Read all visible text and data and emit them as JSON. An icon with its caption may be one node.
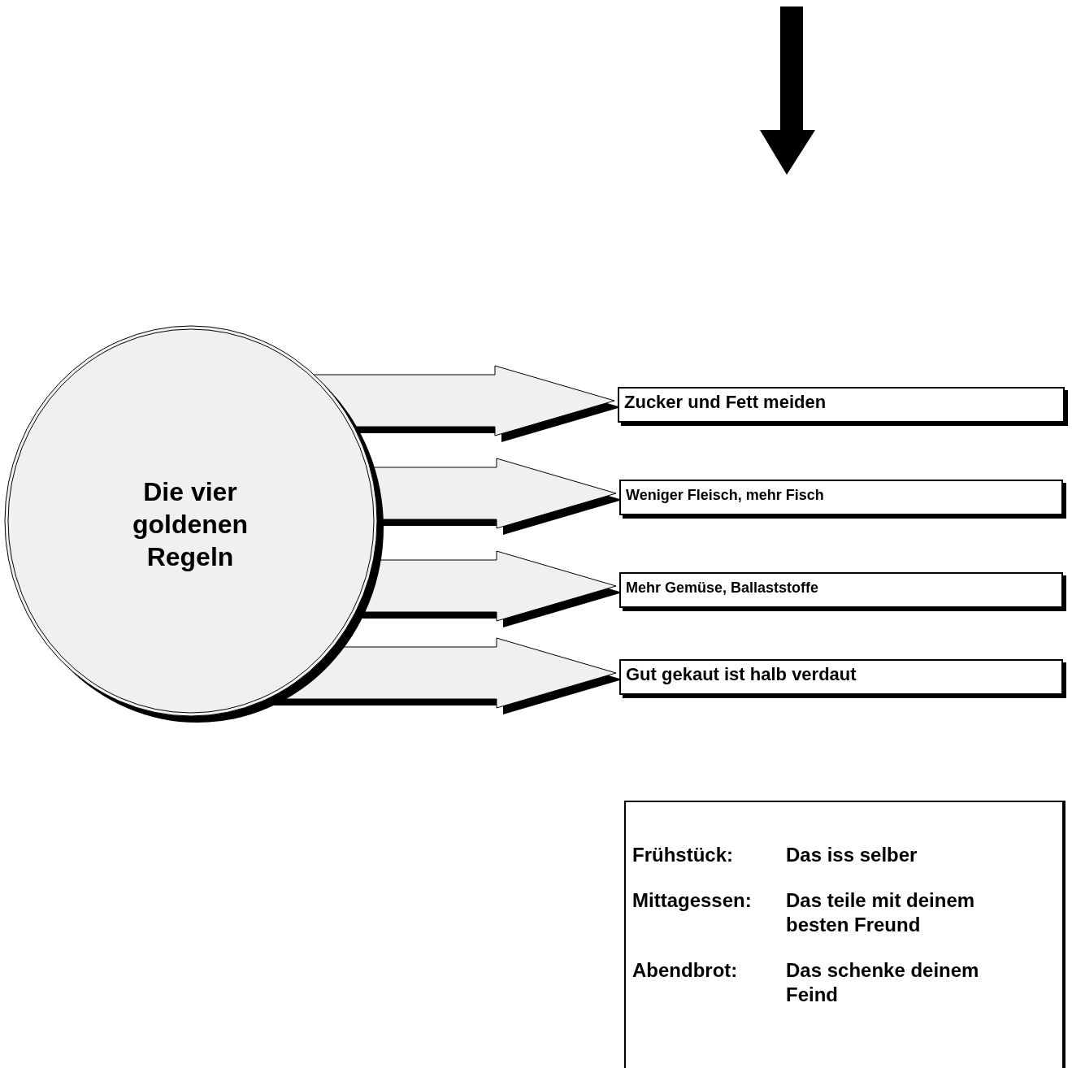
{
  "diagram": {
    "nodes": [
      {
        "text": [
          "Die vier goldenen Regeln"
        ]
      },
      {
        "text": [
          "Zucker und Fett meiden"
        ]
      },
      {
        "text": [
          "Weniger Fleisch, mehr Fisch"
        ]
      },
      {
        "text": [
          "Mehr Gemüse, Ballaststoffe"
        ]
      },
      {
        "text": [
          "Gut gekaut ist halb verdaut"
        ]
      },
      {
        "text": [
          "Frühstück:",
          "Das iss selber",
          "Mittagessen:",
          "Das teile mit deinem besten Freund",
          "Abendbrot:",
          "Das schenke deinem Feind"
        ]
      }
    ],
    "edges": [
      {
        "from": 0,
        "to": 1,
        "arrow": "to",
        "style": "thick"
      },
      {
        "from": 0,
        "to": 2,
        "arrow": "to",
        "style": "thick"
      },
      {
        "from": 0,
        "to": 3,
        "arrow": "to",
        "style": "thick"
      },
      {
        "from": 0,
        "to": 4,
        "arrow": "to",
        "style": "thick"
      }
    ]
  }
}
